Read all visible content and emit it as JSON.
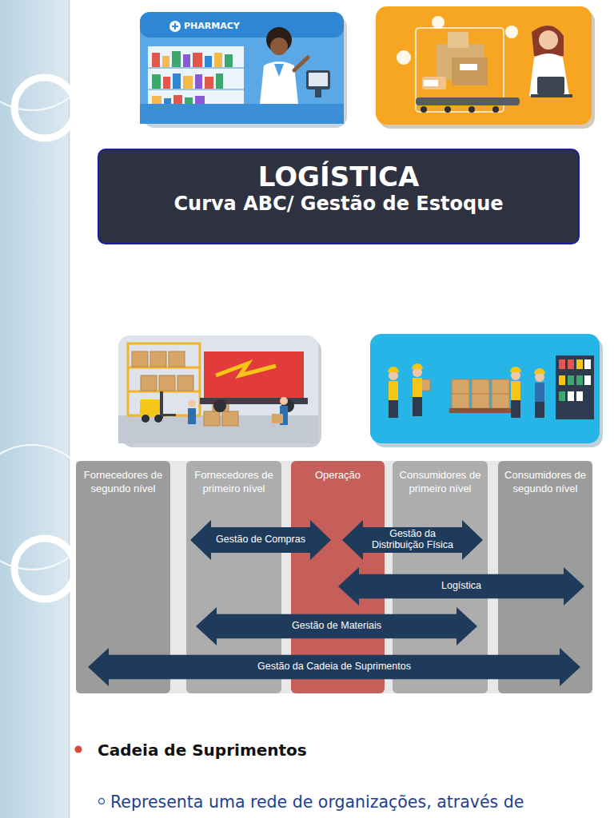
{
  "diagram": {
    "nodes": [
      {
        "text": [
          "LOGÍSTICA",
          "Curva ABC/ Gestão de Estoque"
        ]
      },
      {
        "text": [
          "Fornecedores de segundo nível"
        ]
      },
      {
        "text": [
          "Fornecedores de primeiro nível"
        ]
      },
      {
        "text": [
          "Operação"
        ]
      },
      {
        "text": [
          "Consumidores de primeiro nível"
        ]
      },
      {
        "text": [
          "Consumidores de segundo nível"
        ]
      },
      {
        "text": [
          "Gestão de Compras"
        ]
      },
      {
        "text": [
          "Gestão da Distribuição Física"
        ]
      },
      {
        "text": [
          "Logística"
        ]
      },
      {
        "text": [
          "Gestão de Materiais"
        ]
      },
      {
        "text": [
          "Gestão da Cadeia de Suprimentos"
        ]
      }
    ],
    "labels": [
      "PHARMACY",
      "Cadeia de Suprimentos",
      "Representa uma rede de organizações, através de"
    ]
  }
}
